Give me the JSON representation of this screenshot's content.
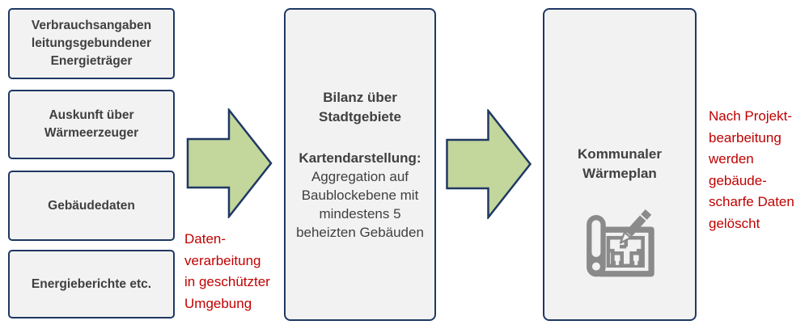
{
  "colors": {
    "navy": "#1f3864",
    "green": "#c3d69b",
    "box-fill": "#f2f2f2",
    "text-gray": "#404040",
    "red": "#c00000",
    "icon-gray": "#8a8a8a"
  },
  "sources": [
    {
      "label": "Verbrauchsangaben\nleitungsgebundener\nEnergieträger"
    },
    {
      "label": "Auskunft über\nWärmeerzeuger"
    },
    {
      "label": "Gebäudedaten"
    },
    {
      "label": "Energieberichte etc."
    }
  ],
  "processing_note": "Daten-\nverarbeitung\nin geschützter\nUmgebung",
  "balance_box": {
    "title": "Bilanz über\nStadtgebiete",
    "subtitle": "Kartendarstellung:",
    "body": "Aggregation auf\nBaublockebene mit\nmindestens 5\nbeheizten Gebäuden"
  },
  "heat_plan_box": {
    "title": "Kommunaler\nWärmeplan",
    "icon": "blueprint-pencil-icon"
  },
  "deletion_note": "Nach Projekt-\nbearbeitung\nwerden\ngebäude-\nscharfe Daten\ngelöscht"
}
